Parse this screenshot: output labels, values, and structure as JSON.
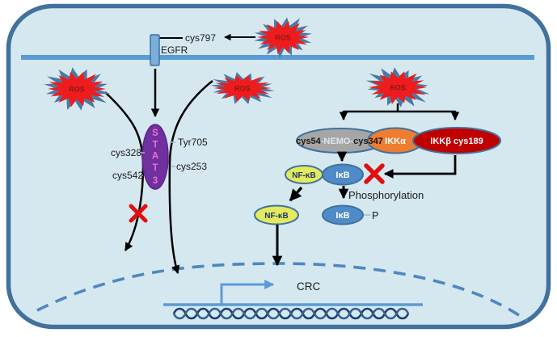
{
  "figure": {
    "labels": {
      "ros": "ROS",
      "cys797": "cys797",
      "egfr": "EGFR",
      "stat3_letters": [
        "S",
        "T",
        "A",
        "T",
        "3"
      ],
      "tyr705": "Tyr705",
      "cys328": "cys328",
      "cys542": "cys542",
      "cys253": "cys253",
      "nemo_site_left": "cys54",
      "nemo_core": "-NEMO-",
      "nemo_site_right": "cys347",
      "ikk_alpha": "IKKα",
      "ikk_beta": "IKKβ cys189",
      "nfkb": "NF-κB",
      "ikb": "IκB",
      "phosphorylation": "Phosphorylation",
      "phosphate": "P",
      "crc": "CRC"
    },
    "colors": {
      "cell_fill": "#d5e8f0",
      "cell_border": "#41719c",
      "membrane": "#5b9bd5",
      "receptor_fill": "#7aaedd",
      "stat3_fill": "#7030a0",
      "stat3_letter": "#ee70d0",
      "nemo_fill": "#a6a6a6",
      "ikk_alpha_fill": "#ed7d31",
      "ikk_beta_fill": "#c00000",
      "nfkb_fill": "#e3ea5e",
      "ikb_fill": "#4f8bc8",
      "oval_stroke": "#41719c",
      "ros_fill": "#ee1c1c",
      "ros_back": "#4a7aa3",
      "ros_text": "#8b1a1a",
      "x_mark": "#e01010",
      "dna_dark": "#1d3e6e",
      "dna_light": "#35618f",
      "nucleus_dash": "#4f87c0",
      "text": "#1a1a1a",
      "nfkb_text": "#17375e"
    },
    "icons": {
      "ros_burst": "starburst-explosion",
      "inhibition_x": "red-cross-block",
      "dna": "double-helix",
      "promoter": "bent-transcription-arrow"
    }
  }
}
